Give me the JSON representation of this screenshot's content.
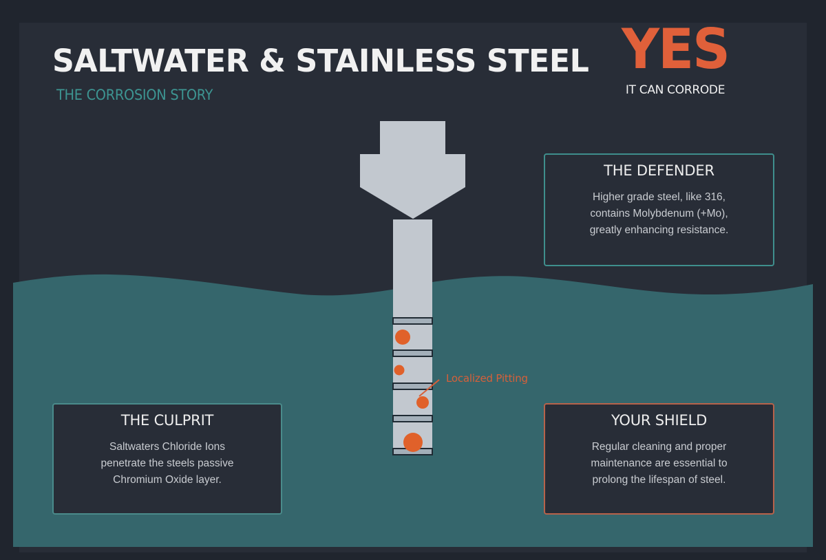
{
  "header": {
    "title": "SALTWATER & STAINLESS STEEL",
    "subtitle": "THE CORROSION STORY"
  },
  "verdict": {
    "answer": "YES",
    "caption": "IT CAN CORRODE"
  },
  "diagram": {
    "annotation": "Localized Pitting",
    "objects": [
      "bolt-head",
      "bolt-shaft",
      "thread-bands",
      "pitting-spots",
      "saltwater-wave"
    ]
  },
  "cards": {
    "defender": {
      "title": "THE DEFENDER",
      "lines": [
        "Higher grade steel, like 316,",
        "contains Molybdenum (+Mo),",
        "greatly enhancing resistance."
      ]
    },
    "culprit": {
      "title": "THE CULPRIT",
      "lines": [
        "Saltwaters Chloride Ions",
        "penetrate the steels passive",
        "Chromium Oxide layer."
      ]
    },
    "shield": {
      "title": "YOUR SHIELD",
      "lines": [
        "Regular cleaning and proper",
        "maintenance are essential to",
        "prolong the lifespan of steel."
      ]
    }
  },
  "colors": {
    "background": "#20252e",
    "panel": "#282d37",
    "water": "#35666c",
    "accent_orange": "#e0603a",
    "accent_teal": "#3d9592",
    "steel": "#c2c8cf",
    "thread": "#a3afb9"
  }
}
